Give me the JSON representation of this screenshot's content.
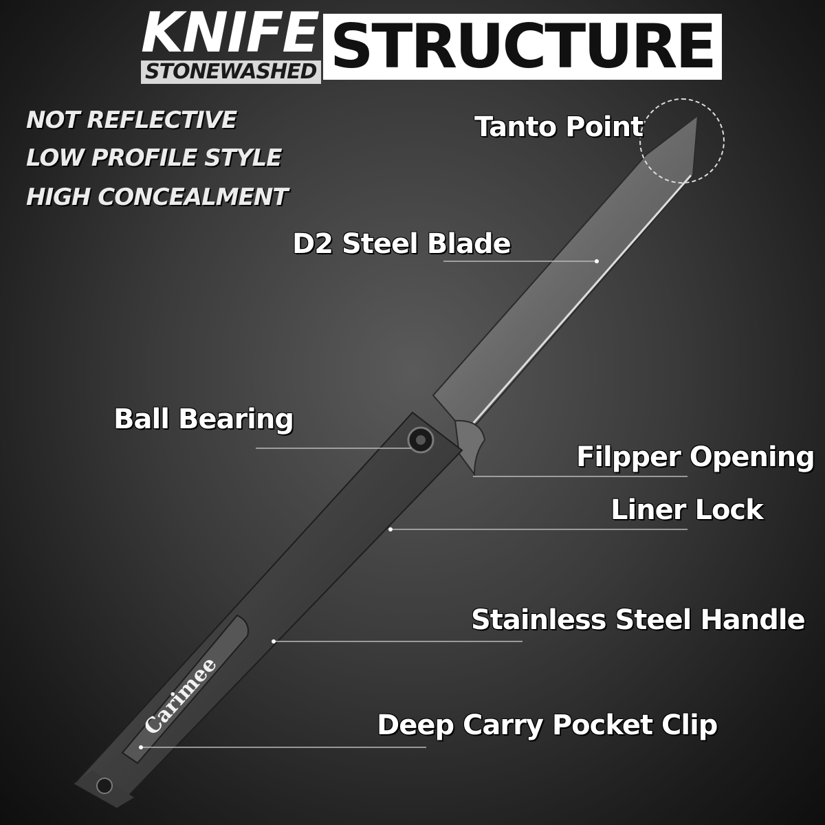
{
  "title": {
    "knife": "KNIFE",
    "stonewashed": "STONEWASHED",
    "structure": "STRUCTURE"
  },
  "features": [
    "NOT REFLECTIVE",
    "LOW PROFILE STYLE",
    "HIGH CONCEALMENT"
  ],
  "callouts": {
    "tanto_point": "Tanto Point",
    "d2_blade": "D2 Steel Blade",
    "ball_bearing": "Ball Bearing",
    "flipper_opening": "Filpper Opening",
    "liner_lock": "Liner Lock",
    "handle": "Stainless Steel Handle",
    "pocket_clip": "Deep Carry Pocket Clip"
  },
  "brand": "Carimee",
  "colors": {
    "background": "#2e2e2e",
    "text": "#ffffff",
    "steel": "#6f6f6f"
  }
}
